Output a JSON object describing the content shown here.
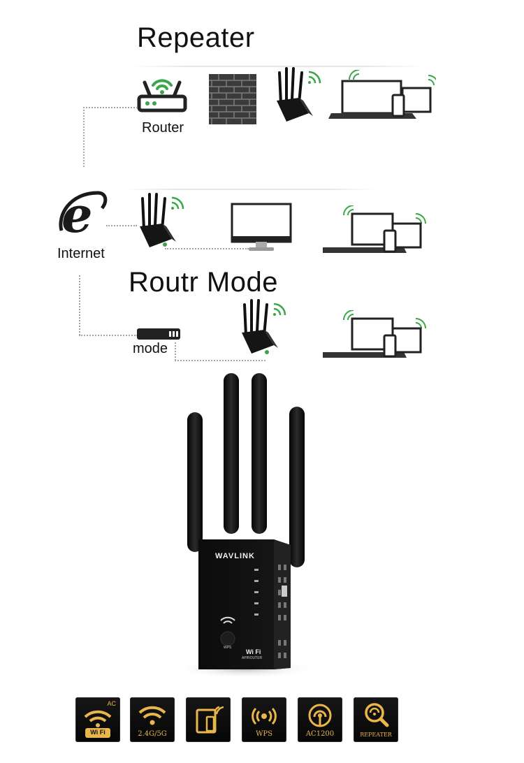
{
  "section1": {
    "title": "Repeater",
    "router_label": "Router"
  },
  "source": {
    "label": "Internet"
  },
  "section2": {
    "title": "Routr Mode",
    "modem_label": "mode"
  },
  "device": {
    "brand": "WAVLINK",
    "wps_label": "WPS",
    "badge_line1": "Wi Fi",
    "badge_line2": "AP/ROUTER"
  },
  "features": [
    {
      "icon": "ac-wifi-icon",
      "text": "Wi Fi",
      "top": "AC"
    },
    {
      "icon": "dual-band-wifi-icon",
      "text": "2.4G/5G"
    },
    {
      "icon": "smart-devices-icon",
      "text": ""
    },
    {
      "icon": "wps-icon",
      "text": "WPS"
    },
    {
      "icon": "ac1200-signal-icon",
      "text": "AC1200"
    },
    {
      "icon": "repeater-search-icon",
      "text": "REPEATER"
    }
  ],
  "colors": {
    "wifi_green": "#3aa64a",
    "feature_gold": "#e9b64b",
    "feature_bg": "#0b0b0b"
  }
}
